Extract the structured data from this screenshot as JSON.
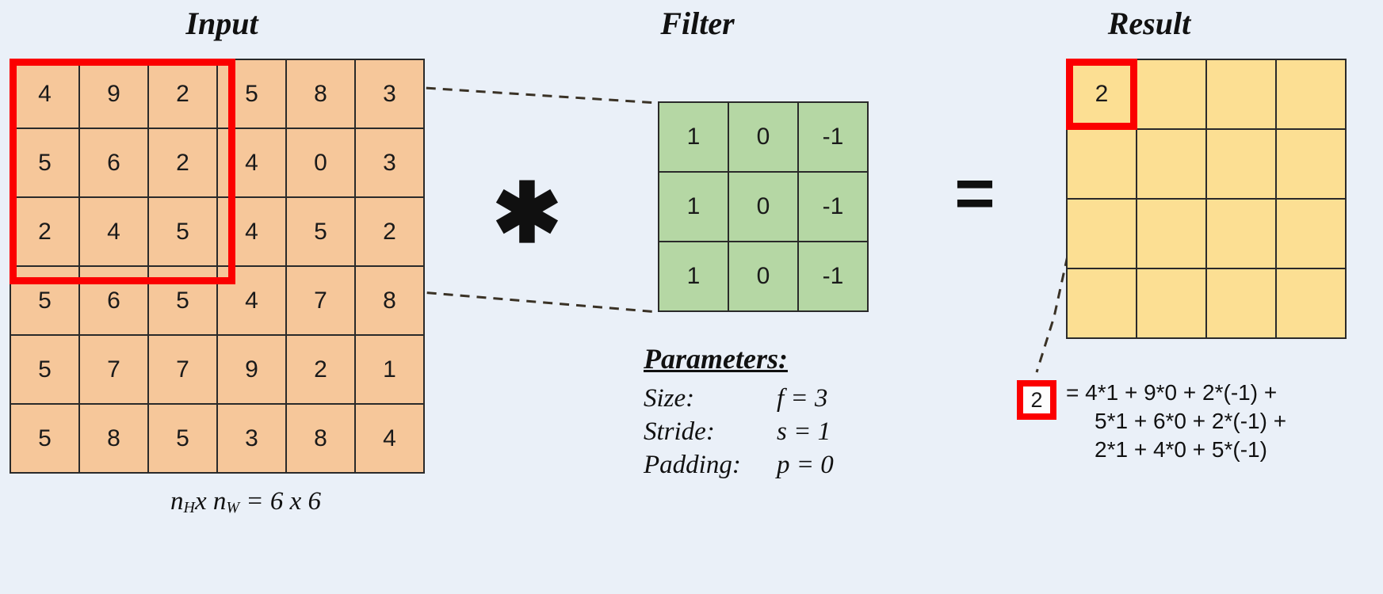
{
  "sections": {
    "input_title": "Input",
    "filter_title": "Filter",
    "result_title": "Result"
  },
  "operators": {
    "convolution": "✱",
    "equals": "="
  },
  "input": {
    "caption_prefix": "n",
    "caption": "x n",
    "caption_value": "=  6 x 6",
    "sub_h": "H",
    "sub_w": "W",
    "rows": 6,
    "cols": 6,
    "values": [
      [
        4,
        9,
        2,
        5,
        8,
        3
      ],
      [
        5,
        6,
        2,
        4,
        0,
        3
      ],
      [
        2,
        4,
        5,
        4,
        5,
        2
      ],
      [
        5,
        6,
        5,
        4,
        7,
        8
      ],
      [
        5,
        7,
        7,
        9,
        2,
        1
      ],
      [
        5,
        8,
        5,
        3,
        8,
        4
      ]
    ],
    "selection": {
      "row": 0,
      "col": 0,
      "size": 3
    }
  },
  "filter": {
    "rows": 3,
    "cols": 3,
    "values": [
      [
        1,
        0,
        -1
      ],
      [
        1,
        0,
        -1
      ],
      [
        1,
        0,
        -1
      ]
    ]
  },
  "result": {
    "rows": 4,
    "cols": 4,
    "values": [
      [
        "2",
        "",
        "",
        ""
      ],
      [
        "",
        "",
        "",
        ""
      ],
      [
        "",
        "",
        "",
        ""
      ],
      [
        "",
        "",
        "",
        ""
      ]
    ],
    "selection": {
      "row": 0,
      "col": 0
    }
  },
  "parameters": {
    "heading": "Parameters:",
    "rows": [
      {
        "label": "Size:",
        "value": "f = 3"
      },
      {
        "label": "Stride:",
        "value": "s = 1"
      },
      {
        "label": "Padding:",
        "value": "p = 0"
      }
    ]
  },
  "equation": {
    "chip_value": "2",
    "line1": "= 4*1 + 9*0 + 2*(-1) +",
    "line2": "5*1 + 6*0 + 2*(-1) +",
    "line3": "2*1 + 4*0 + 5*(-1)"
  },
  "colors": {
    "background": "#eaf0f8",
    "input_cell": "#f6c79a",
    "filter_cell": "#b5d7a4",
    "result_cell": "#fcdf93",
    "highlight": "#fb0000",
    "grid_line": "#2a2a2a",
    "text": "#111111"
  },
  "chart_data": {
    "type": "table",
    "title": "2D Convolution: Input * Filter = Result",
    "matrices": [
      {
        "name": "Input",
        "shape": [
          6,
          6
        ],
        "values": [
          [
            4,
            9,
            2,
            5,
            8,
            3
          ],
          [
            5,
            6,
            2,
            4,
            0,
            3
          ],
          [
            2,
            4,
            5,
            4,
            5,
            2
          ],
          [
            5,
            6,
            5,
            4,
            7,
            8
          ],
          [
            5,
            7,
            7,
            9,
            2,
            1
          ],
          [
            5,
            8,
            5,
            3,
            8,
            4
          ]
        ]
      },
      {
        "name": "Filter",
        "shape": [
          3,
          3
        ],
        "values": [
          [
            1,
            0,
            -1
          ],
          [
            1,
            0,
            -1
          ],
          [
            1,
            0,
            -1
          ]
        ]
      },
      {
        "name": "Result",
        "shape": [
          4,
          4
        ],
        "values": [
          [
            2,
            null,
            null,
            null
          ],
          [
            null,
            null,
            null,
            null
          ],
          [
            null,
            null,
            null,
            null
          ],
          [
            null,
            null,
            null,
            null
          ]
        ]
      }
    ],
    "parameters": {
      "f": 3,
      "s": 1,
      "p": 0
    },
    "computation": "2 = 4*1 + 9*0 + 2*(-1) + 5*1 + 6*0 + 2*(-1) + 2*1 + 4*0 + 5*(-1)"
  }
}
